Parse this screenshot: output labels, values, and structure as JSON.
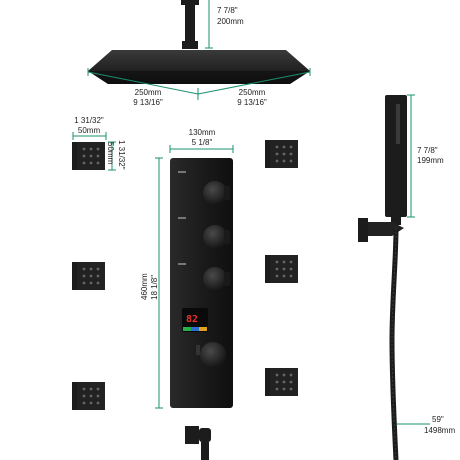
{
  "dims": {
    "arm_in": "7 7/8\"",
    "arm_mm": "200mm",
    "head_left_mm": "250mm",
    "head_left_in": "9 13/16\"",
    "head_right_mm": "250mm",
    "head_right_in": "9 13/16\"",
    "jet_w_in": "1 31/32\"",
    "jet_w_mm": "50mm",
    "jet_h_mm": "50mm",
    "jet_h_in": "1 31/32\"",
    "valve_w_mm": "130mm",
    "valve_w_in": "5 1/8\"",
    "valve_h_mm": "460mm",
    "valve_h_in": "18 1/8\"",
    "wand_in": "7 7/8\"",
    "wand_mm": "199mm",
    "hose_in": "59\"",
    "hose_mm": "1498mm"
  },
  "display": {
    "readout": "82"
  },
  "colors": {
    "fixture": "#1c1c1c",
    "dimension_line": "#1a8f6f",
    "label_text": "#222222",
    "display_bg": "#0a0a0a",
    "display_digits": "#e8342c"
  }
}
